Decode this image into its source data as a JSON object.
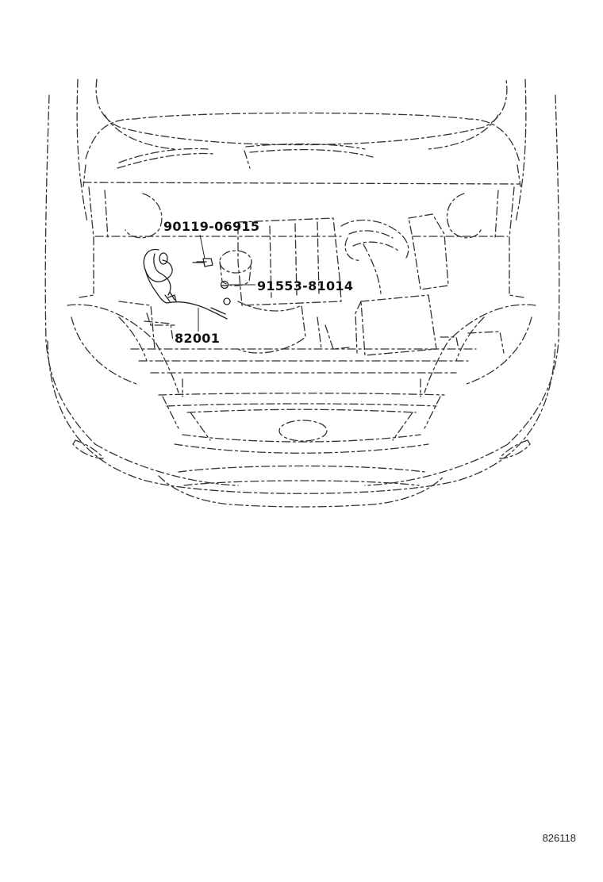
{
  "diagram": {
    "parts": [
      {
        "id": "p1",
        "part_number": "90119-06915"
      },
      {
        "id": "p2",
        "part_number": "91553-81014"
      },
      {
        "id": "p3",
        "part_number": "82001"
      }
    ],
    "reference_code": "826118"
  }
}
